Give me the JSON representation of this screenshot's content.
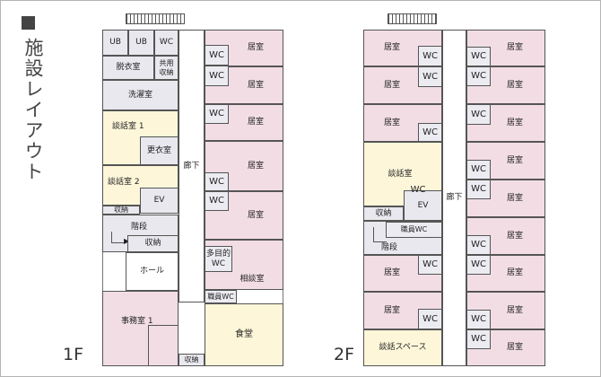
{
  "title": "施設レイアウト",
  "floor1": {
    "label": "1F",
    "ub1": "UB",
    "ub2": "UB",
    "wc_top": "WC",
    "dressing": "脱衣室",
    "shared_storage": "共用\n収納",
    "laundry": "洗濯室",
    "talk1": "談話室 1",
    "locker": "更衣室",
    "talk2": "談話室 2",
    "ev": "EV",
    "storage_a": "収納",
    "stairs": "階段",
    "storage_b": "収納",
    "hall": "ホール",
    "office": "事務室 1",
    "storage_bottom": "収納",
    "corridor": "廊下",
    "rooms": [
      "居室",
      "居室",
      "居室",
      "居室",
      "居室"
    ],
    "wcs": [
      "WC",
      "WC",
      "WC",
      "WC",
      "WC"
    ],
    "multi_wc": "多目的\nWC",
    "consult": "相談室",
    "staff_wc": "職員WC",
    "dining": "食堂"
  },
  "floor2": {
    "label": "2F",
    "left_rooms": [
      "居室",
      "居室",
      "居室",
      "居室",
      "居室"
    ],
    "left_wcs": [
      "WC",
      "WC",
      "WC",
      "WC",
      "WC",
      "WC"
    ],
    "talk": "談話室",
    "storage": "収納",
    "ev": "EV",
    "staff_wc": "職員WC",
    "stairs": "階段",
    "talk_space": "談話スペース",
    "corridor": "廊下",
    "right_rooms": [
      "居室",
      "居室",
      "居室",
      "居室",
      "居室",
      "居室",
      "居室",
      "居室",
      "居室"
    ],
    "right_wcs": [
      "WC",
      "WC",
      "WC",
      "WC",
      "WC",
      "WC",
      "WC",
      "WC",
      "WC"
    ]
  }
}
